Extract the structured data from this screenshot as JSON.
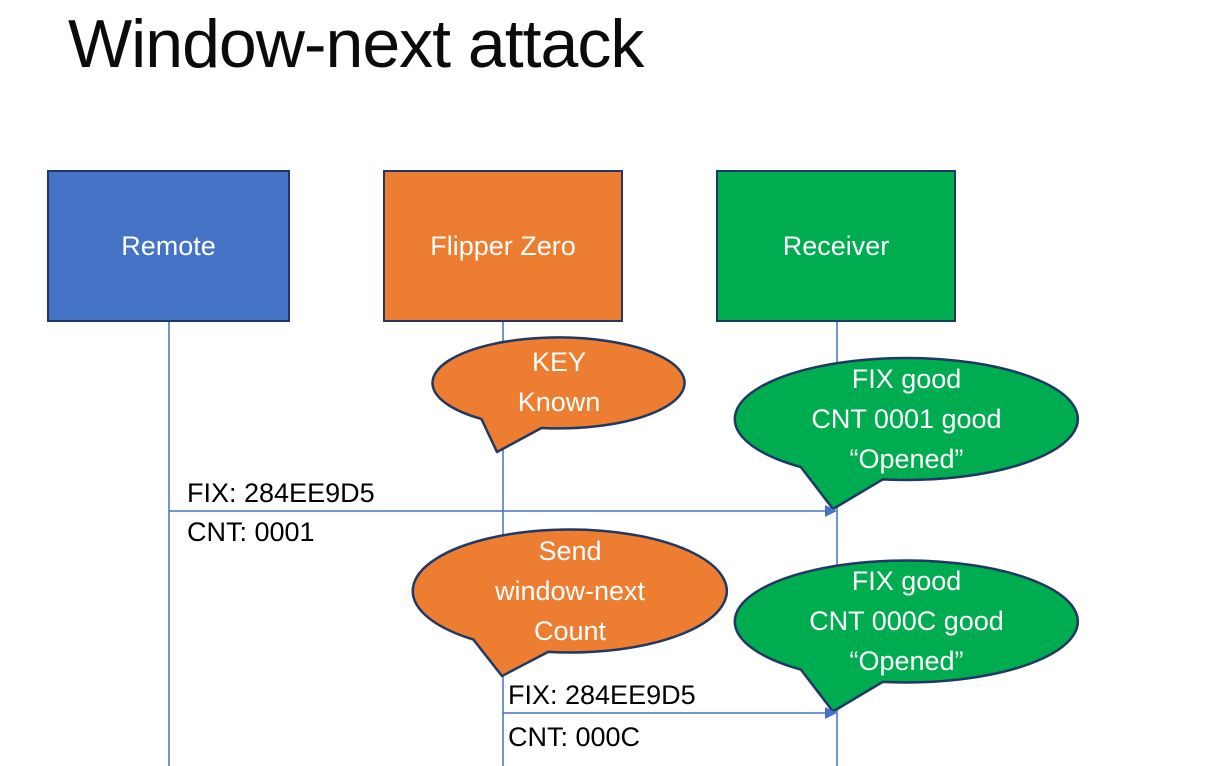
{
  "title": "Window-next attack",
  "actors": [
    {
      "label": "Remote"
    },
    {
      "label": "Flipper Zero"
    },
    {
      "label": "Receiver"
    }
  ],
  "callouts": [
    {
      "lines": [
        "KEY",
        "Known"
      ]
    },
    {
      "lines": [
        "FIX good",
        "CNT 0001 good",
        "“Opened”"
      ]
    },
    {
      "lines": [
        "Send",
        "window-next",
        "Count"
      ]
    },
    {
      "lines": [
        "FIX good",
        "CNT 000C good",
        "“Opened”"
      ]
    }
  ],
  "messages": [
    {
      "line1": "FIX: 284EE9D5",
      "line2": "CNT: 0001"
    },
    {
      "line1": "FIX: 284EE9D5",
      "line2": "CNT: 000C"
    }
  ],
  "colors": {
    "blue": "#4472C4",
    "orange": "#ED7D31",
    "green": "#00AC50",
    "border": "#1F3864",
    "line": "#4472C4",
    "shape_text": "#FFFFFF",
    "label_text": "#000000",
    "title_text": "#0B0B0B",
    "background": "#FFFFFF"
  }
}
